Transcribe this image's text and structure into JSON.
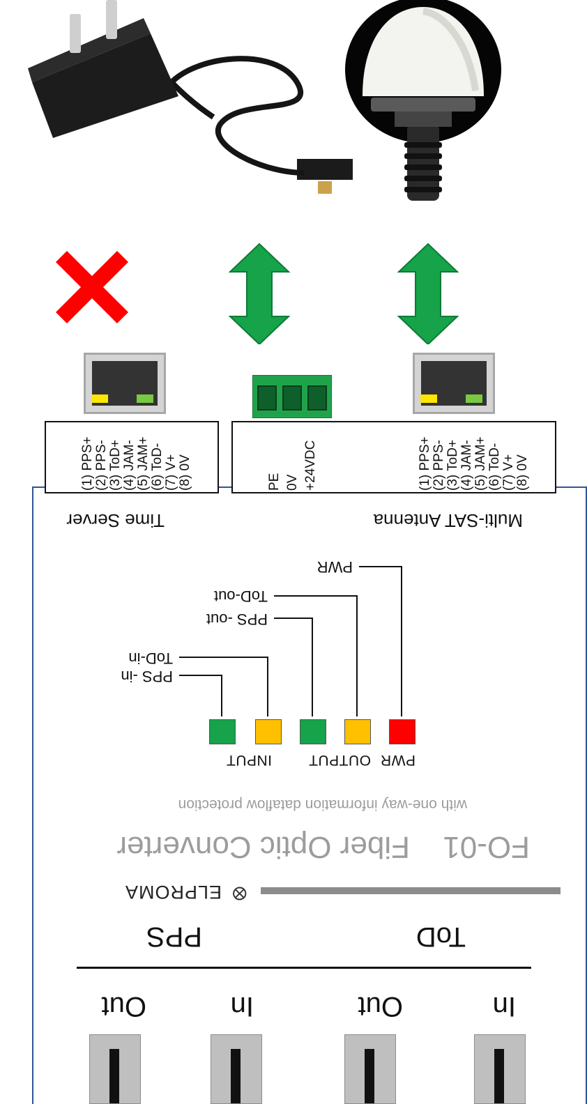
{
  "ports": {
    "labels": [
      "In",
      "Out",
      "In",
      "Out"
    ],
    "groups": [
      "ToD",
      "PPS"
    ]
  },
  "device": {
    "brand": "ELPROMA",
    "model": "FO-01",
    "name": "Fiber Optic Converter",
    "tagline": "with one-way information dataflow protection"
  },
  "leds": {
    "group_labels": [
      "PWR",
      "OUTPUT",
      "INPUT"
    ],
    "items": [
      {
        "name": "PWR",
        "color": "#ff0000"
      },
      {
        "name": "ToD-out",
        "color": "#ffc000"
      },
      {
        "name": "PPS -out",
        "color": "#16a34a"
      },
      {
        "name": "ToD-in",
        "color": "#ffc000"
      },
      {
        "name": "PPS -in",
        "color": "#16a34a"
      }
    ]
  },
  "connectors": {
    "antenna": {
      "title": "Multi-SAT Antenna",
      "pins": [
        "(8) 0V",
        "(7) V+",
        "(6) ToD-",
        "(5) JAM+",
        "(4) JAM-",
        "(3) ToD+",
        "(2) PPS-",
        "(1) PPS+"
      ]
    },
    "power": {
      "pins": [
        "+24VDC",
        "0V",
        "PE"
      ]
    },
    "time_server": {
      "title": "Time Server",
      "pins": [
        "(8) 0V",
        "(7) V+",
        "(6) ToD-",
        "(5) JAM+",
        "(4) JAM-",
        "(3) ToD+",
        "(2) PPS-",
        "(1) PPS+"
      ]
    }
  },
  "icons": {
    "antenna": "gnss-antenna-icon",
    "power_adapter": "power-adapter-icon",
    "link_ok": "double-arrow-icon",
    "link_blocked": "red-cross-icon"
  },
  "colors": {
    "panel_border": "#2f5597",
    "arrow": "#16a34a",
    "cross": "#ff0000",
    "terminal": "#1fa34a"
  }
}
